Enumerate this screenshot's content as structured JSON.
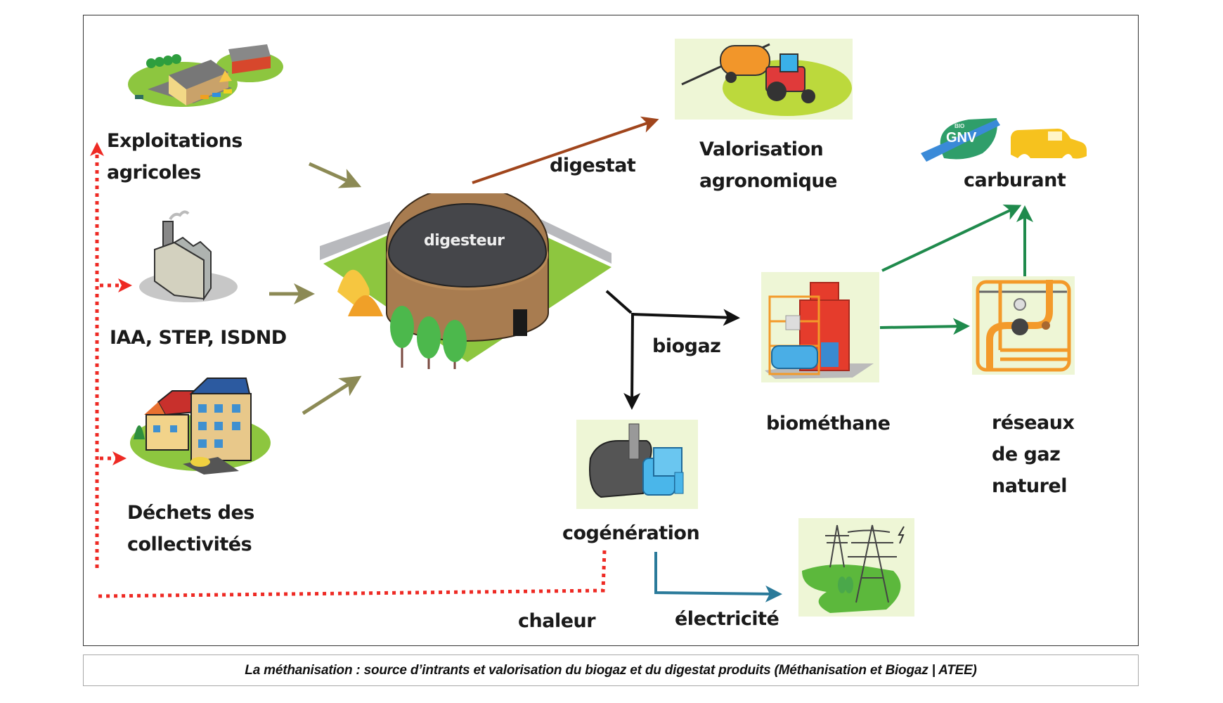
{
  "diagram": {
    "title_caption": "La méthanisation : source d’intrants et valorisation du biogaz et du digestat produits (Méthanisation et Biogaz | ATEE)",
    "center": {
      "label": "digesteur",
      "icon": "digester-icon"
    },
    "sources": [
      {
        "id": "exploitations",
        "lines": [
          "Exploitations",
          "agricoles"
        ],
        "icon": "farm-icon"
      },
      {
        "id": "iaa",
        "lines": [
          "IAA, STEP, ISDND"
        ],
        "icon": "factory-icon"
      },
      {
        "id": "dechets",
        "lines": [
          "Déchets des",
          "collectivités"
        ],
        "icon": "town-buildings-icon"
      }
    ],
    "flows": {
      "digestat": "digestat",
      "biogaz": "biogaz",
      "chaleur": "chaleur",
      "electricite": "électricité"
    },
    "outputs": {
      "valorisation": {
        "lines": [
          "Valorisation",
          "agronomique"
        ],
        "icon": "tractor-spreader-icon"
      },
      "carburant": {
        "label": "carburant",
        "icon": "bio-gnv-car-icon",
        "badge_small": "BIO",
        "badge": "GNV"
      },
      "biomethane": {
        "label": "biométhane",
        "icon": "purification-unit-icon"
      },
      "reseaux": {
        "lines": [
          "réseaux",
          "de gaz",
          "naturel"
        ],
        "icon": "gas-pipes-icon"
      },
      "cogeneration": {
        "label": "cogénération",
        "icon": "engine-generator-icon"
      },
      "electricite_grid": {
        "icon": "power-pylons-icon"
      }
    },
    "colors": {
      "input_arrow": "#8c8a55",
      "digestat_arrow": "#a0451c",
      "biogaz_arrow": "#111111",
      "biomethane_arrow": "#1f8a4c",
      "electricity_arrow": "#2a7a9a",
      "heat_loop": "#ee2a24"
    }
  }
}
